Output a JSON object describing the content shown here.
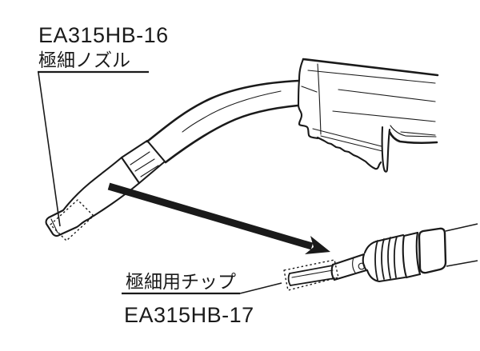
{
  "canvas": {
    "background": "#ffffff",
    "ink": "#1a1a1a"
  },
  "labels": {
    "nozzle": {
      "code": "EA315HB-16",
      "name": "極細ノズル"
    },
    "tip": {
      "name": "極細用チップ",
      "code": "EA315HB-17"
    }
  }
}
